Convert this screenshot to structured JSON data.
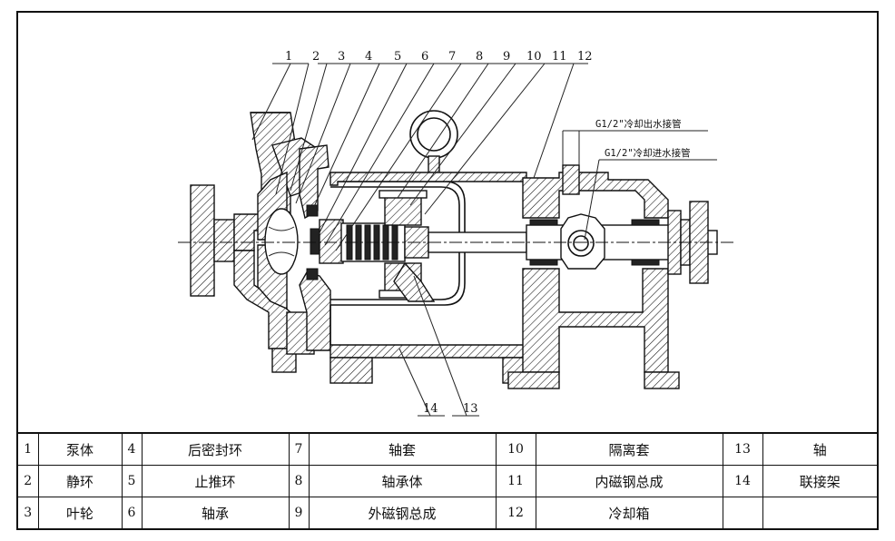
{
  "diagram": {
    "callouts": [
      "1",
      "2",
      "3",
      "4",
      "5",
      "6",
      "7",
      "8",
      "9",
      "10",
      "11",
      "12",
      "13",
      "14"
    ],
    "connections": {
      "outlet_label": "G1/2\"冷却出水接管",
      "inlet_label": "G1/2\"冷却进水接管"
    }
  },
  "parts_table": {
    "rows": [
      [
        {
          "num": "1",
          "name": "泵体"
        },
        {
          "num": "4",
          "name": "后密封环"
        },
        {
          "num": "7",
          "name": "轴套"
        },
        {
          "num": "10",
          "name": "隔离套"
        },
        {
          "num": "13",
          "name": "轴"
        }
      ],
      [
        {
          "num": "2",
          "name": "静环"
        },
        {
          "num": "5",
          "name": "止推环"
        },
        {
          "num": "8",
          "name": "轴承体"
        },
        {
          "num": "11",
          "name": "内磁钢总成"
        },
        {
          "num": "14",
          "name": "联接架"
        }
      ],
      [
        {
          "num": "3",
          "name": "叶轮"
        },
        {
          "num": "6",
          "name": "轴承"
        },
        {
          "num": "9",
          "name": "外磁钢总成"
        },
        {
          "num": "12",
          "name": "冷却箱"
        },
        {
          "num": "",
          "name": ""
        }
      ]
    ]
  }
}
